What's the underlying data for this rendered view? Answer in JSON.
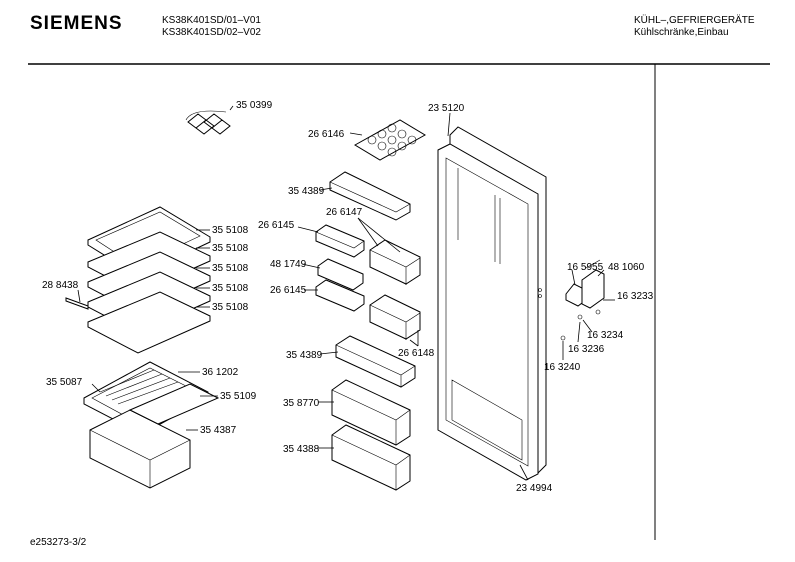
{
  "header": {
    "brand": "SIEMENS",
    "models": [
      "KS38K401SD/01–V01",
      "KS38K401SD/02–V02"
    ],
    "category": "KÜHL–,GEFRIERGERÄTE",
    "subcategory": "Kühlschränke,Einbau"
  },
  "footer": {
    "doc_id": "e253273-3/2"
  },
  "parts": {
    "p350399": "35 0399",
    "p266146": "26 6146",
    "p235120": "23 5120",
    "p354389a": "35 4389",
    "p266145a": "26 6145",
    "p266147": "26 6147",
    "p481749": "48 1749",
    "p266145b": "26 6145",
    "p266148": "26 6148",
    "p354389b": "35 4389",
    "p358770": "35 8770",
    "p354388": "35 4388",
    "p234994": "23 4994",
    "p355108_1": "35 5108",
    "p355108_2": "35 5108",
    "p355108_3": "35 5108",
    "p355108_4": "35 5108",
    "p355108_5": "35 5108",
    "p288438": "28 8438",
    "p361202": "36 1202",
    "p355087": "35 5087",
    "p355109": "35 5109",
    "p354387": "35 4387",
    "p165955": "16 5955",
    "p481060": "48 1060",
    "p163233": "16 3233",
    "p163234": "16 3234",
    "p163236": "16 3236",
    "p163240": "16 3240"
  }
}
